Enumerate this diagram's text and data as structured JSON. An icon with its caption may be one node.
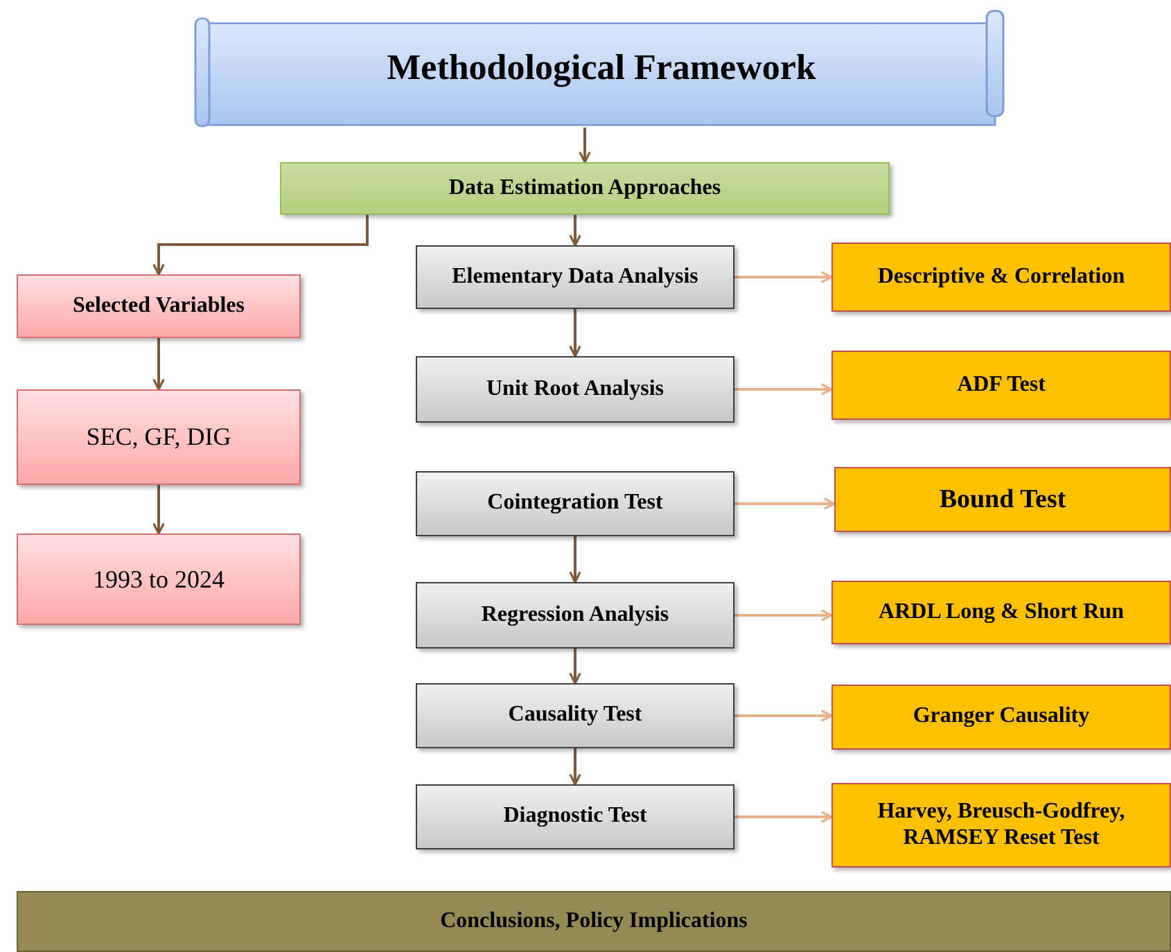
{
  "diagram": {
    "nodes": [
      {
        "text": [
          "Methodological Framework"
        ]
      },
      {
        "text": [
          "Data Estimation Approaches"
        ]
      },
      {
        "text": [
          "Selected Variables"
        ]
      },
      {
        "text": [
          "SEC, GF, DIG"
        ]
      },
      {
        "text": [
          "1993 to 2024"
        ]
      },
      {
        "text": [
          "Elementary Data Analysis"
        ]
      },
      {
        "text": [
          "Descriptive & Correlation"
        ]
      },
      {
        "text": [
          "Unit Root Analysis"
        ]
      },
      {
        "text": [
          "ADF Test"
        ]
      },
      {
        "text": [
          "Cointegration Test"
        ]
      },
      {
        "text": [
          "Bound Test"
        ]
      },
      {
        "text": [
          "Regression Analysis"
        ]
      },
      {
        "text": [
          "ARDL Long & Short Run"
        ]
      },
      {
        "text": [
          "Causality Test"
        ]
      },
      {
        "text": [
          "Granger Causality"
        ]
      },
      {
        "text": [
          "Diagnostic Test"
        ]
      },
      {
        "text": [
          "Harvey, Breusch-Godfrey, RAMSEY Reset Test"
        ]
      },
      {
        "text": [
          "Conclusions, Policy Implications"
        ]
      }
    ],
    "edges": [
      {
        "from": 0,
        "to": 1,
        "arrow": "to"
      },
      {
        "from": 1,
        "to": 5,
        "arrow": "to"
      },
      {
        "from": 1,
        "to": 2,
        "arrow": "to"
      },
      {
        "from": 2,
        "to": 3,
        "arrow": "to"
      },
      {
        "from": 3,
        "to": 4,
        "arrow": "to"
      },
      {
        "from": 5,
        "to": 7,
        "arrow": "to"
      },
      {
        "from": 9,
        "to": 11,
        "arrow": "to"
      },
      {
        "from": 11,
        "to": 13,
        "arrow": "to"
      },
      {
        "from": 13,
        "to": 15,
        "arrow": "to"
      },
      {
        "from": 5,
        "to": 6,
        "arrow": "to",
        "color": "#e9b28a"
      },
      {
        "from": 7,
        "to": 8,
        "arrow": "to",
        "color": "#e9b28a"
      },
      {
        "from": 9,
        "to": 10,
        "arrow": "to",
        "color": "#e9b28a"
      },
      {
        "from": 11,
        "to": 12,
        "arrow": "to",
        "color": "#e9b28a"
      },
      {
        "from": 13,
        "to": 14,
        "arrow": "to",
        "color": "#e9b28a"
      },
      {
        "from": 15,
        "to": 16,
        "arrow": "to",
        "color": "#e9b28a"
      }
    ]
  }
}
